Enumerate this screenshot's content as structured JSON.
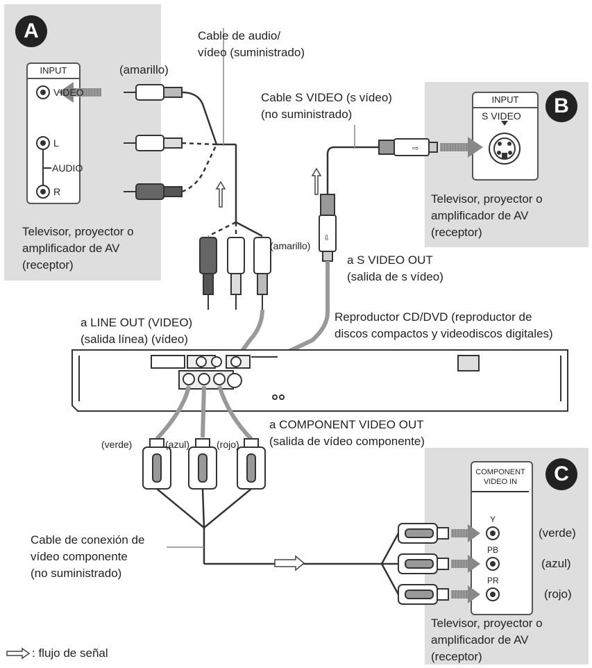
{
  "panels": {
    "A": {
      "badge": "A",
      "jack_header": "INPUT",
      "video_label": "VIDEO",
      "l_label": "L",
      "audio_label": "AUDIO",
      "r_label": "R",
      "device": [
        "Televisor, proyector o",
        "amplificador de AV",
        "(receptor)"
      ]
    },
    "B": {
      "badge": "B",
      "jack_header": "INPUT",
      "svideo_label": "S VIDEO",
      "device": [
        "Televisor, proyector o",
        "amplificador de AV",
        "(receptor)"
      ]
    },
    "C": {
      "badge": "C",
      "jack_header": [
        "COMPONENT",
        "VIDEO IN"
      ],
      "y_label": "Y",
      "pb_label": "PB",
      "pr_label": "PR",
      "device": [
        "Televisor, proyector o",
        "amplificador de AV",
        "(receptor)"
      ]
    }
  },
  "labels": {
    "av_cable": [
      "Cable de audio/",
      "vídeo (suministrado)"
    ],
    "amarillo": "(amarillo)",
    "svideo_cable": [
      "Cable S VIDEO (s vídeo)",
      "(no suministrado)"
    ],
    "to_svideo_out": [
      "a S VIDEO OUT",
      "(salida de s vídeo)"
    ],
    "line_out": [
      "a LINE OUT (VIDEO)",
      "(salida línea) (vídeo)"
    ],
    "player": [
      "Reproductor CD/DVD (reproductor de",
      "discos compactos y videodiscos digitales)"
    ],
    "component_out": [
      "a COMPONENT VIDEO OUT",
      "(salida de vídeo componente)"
    ],
    "verde": "(verde)",
    "azul": "(azul)",
    "rojo": "(rojo)",
    "component_cable": [
      "Cable de conexión de",
      "vídeo componente",
      "(no suministrado)"
    ],
    "legend": ": flujo de señal"
  }
}
